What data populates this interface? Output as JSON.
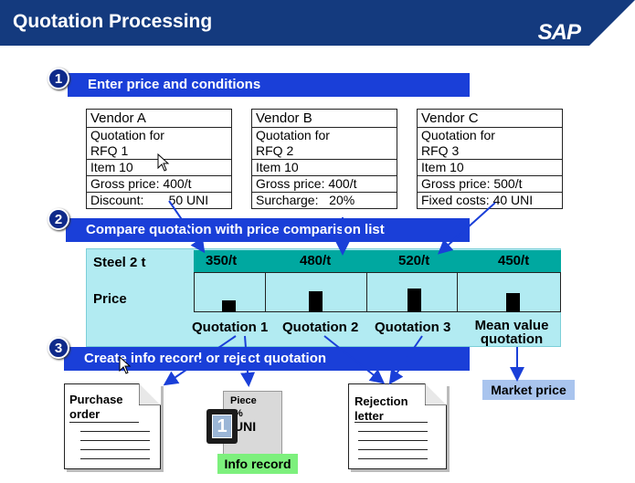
{
  "header": {
    "title": "Quotation Processing",
    "logo": "SAP"
  },
  "steps": [
    {
      "number": "1",
      "label": "Enter price and conditions"
    },
    {
      "number": "2",
      "label": "Compare quotation with price comparison list"
    },
    {
      "number": "3",
      "label": "Create info record or reject quotation"
    }
  ],
  "vendors": [
    {
      "name": "Vendor A",
      "quotation_for": "Quotation for",
      "rfq": "RFQ 1",
      "item": "Item 10",
      "gross": "Gross price: 400/t",
      "extra": "Discount:       50 UNI"
    },
    {
      "name": "Vendor B",
      "quotation_for": "Quotation for",
      "rfq": "RFQ 2",
      "item": "Item 10",
      "gross": "Gross price: 400/t",
      "extra": "Surcharge:   20%"
    },
    {
      "name": "Vendor C",
      "quotation_for": "Quotation for",
      "rfq": "RFQ 3",
      "item": "Item 10",
      "gross": "Gross price: 500/t",
      "extra": "Fixed costs: 40 UNI"
    }
  ],
  "comparison": {
    "material": "Steel 2 t",
    "price_label": "Price",
    "columns": [
      {
        "price": "350/t",
        "value": 350,
        "label": "Quotation 1"
      },
      {
        "price": "480/t",
        "value": 480,
        "label": "Quotation 2"
      },
      {
        "price": "520/t",
        "value": 520,
        "label": "Quotation 3"
      },
      {
        "price": "450/t",
        "value": 450,
        "label_line1": "Mean value",
        "label_line2": "quotation"
      }
    ]
  },
  "documents": {
    "purchase_order_line1": "Purchase",
    "purchase_order_line2": "order",
    "info_card_line1": "Piece",
    "info_card_line2": "%",
    "info_card_line3": "UNI",
    "info_icon_number": "1",
    "info_record": "Info record",
    "rejection_line1": "Rejection",
    "rejection_line2": "letter",
    "market_price": "Market price"
  },
  "colors": {
    "header": "#143a7e",
    "step_bar": "#1a3fd8",
    "panel": "#b2ebf2",
    "price_strip": "#00a8a0",
    "info_record": "#7df07d",
    "market_price": "#a9c4ee"
  }
}
